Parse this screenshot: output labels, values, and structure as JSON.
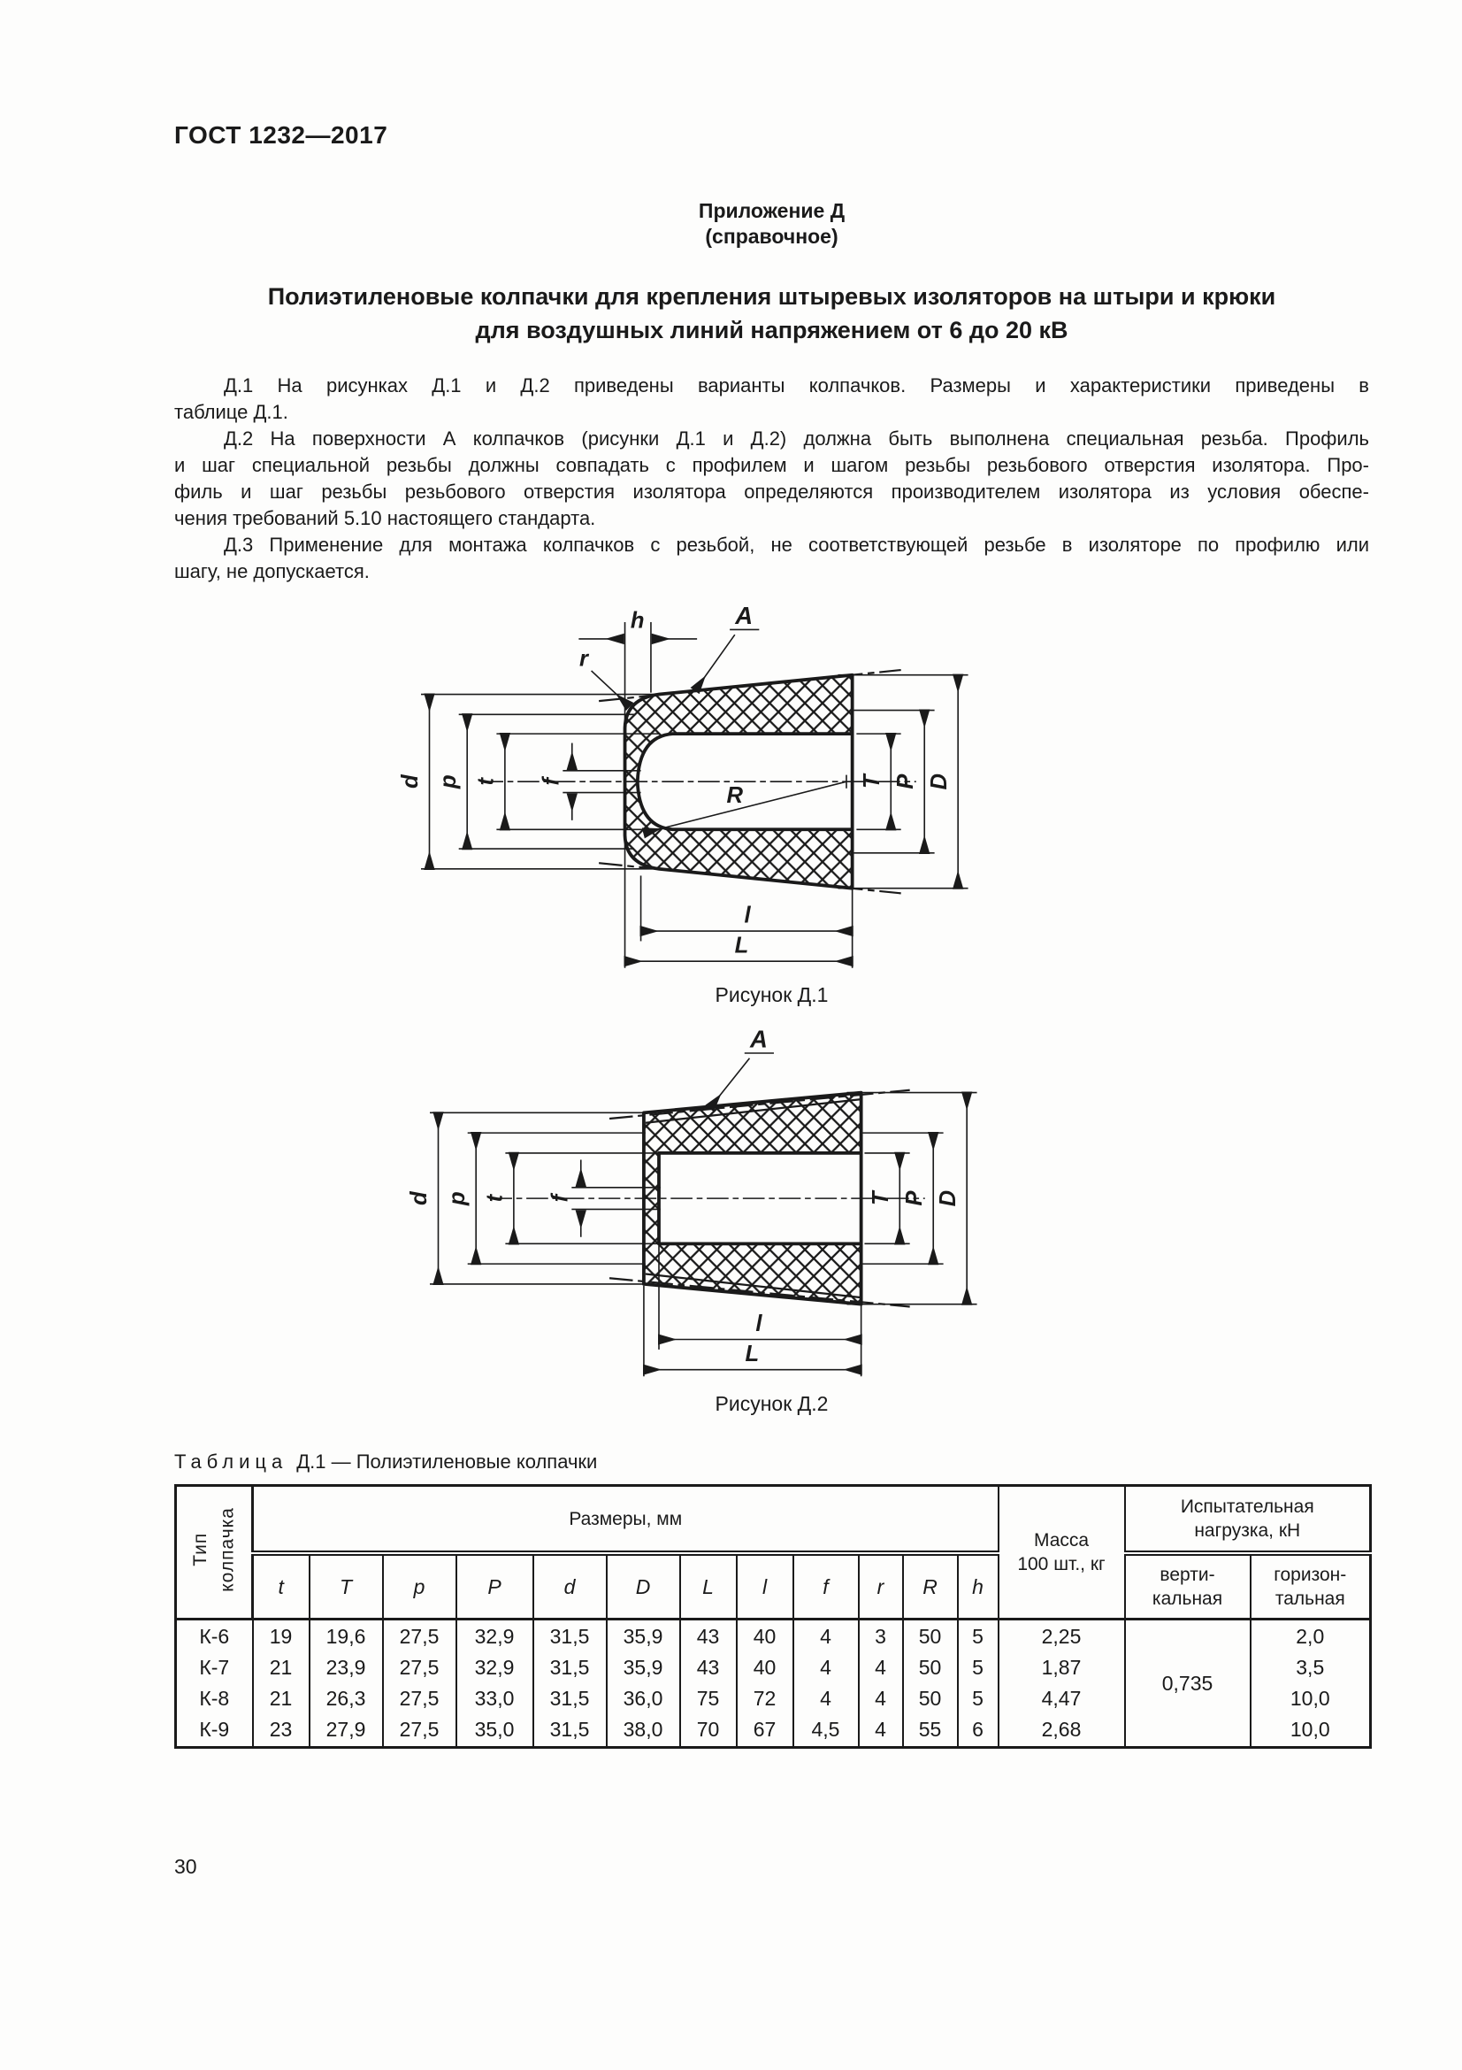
{
  "header": {
    "doc_number": "ГОСТ 1232—2017"
  },
  "footer": {
    "page_number": "30"
  },
  "appendix": {
    "label": "Приложение Д",
    "note": "(справочное)",
    "title_lines": [
      "Полиэтиленовые колпачки для крепления штыревых изоляторов на штыри и крюки",
      "для воздушных линий напряжением от 6 до 20 кВ"
    ]
  },
  "paragraphs": {
    "d1": [
      "Д.1 На рисунках Д.1 и Д.2 приведены варианты колпачков. Размеры и характеристики приведены в",
      "таблице Д.1."
    ],
    "d2": [
      "Д.2 На поверхности А колпачков (рисунки Д.1 и Д.2) должна быть выполнена специальная резьба. Профиль",
      "и шаг специальной резьбы должны совпадать с профилем и шагом резьбы резьбового отверстия изолятора. Про-",
      "филь и шаг резьбы резьбового отверстия изолятора определяются производителем изолятора из условия обеспе-",
      "чения требований 5.10 настоящего стандарта."
    ],
    "d3": [
      "Д.3 Применение для монтажа колпачков с резьбой, не соответствующей резьбе в изоляторе по профилю или",
      "шагу, не допускается."
    ]
  },
  "figures": {
    "fig1_caption": "Рисунок Д.1",
    "fig2_caption": "Рисунок Д.2",
    "dim_labels": {
      "A": "A",
      "h": "h",
      "r": "r",
      "R": "R",
      "d": "d",
      "p": "p",
      "t": "t",
      "f": "f",
      "T": "T",
      "P": "P",
      "D": "D",
      "l": "l",
      "L": "L"
    }
  },
  "table": {
    "caption_label": "Таблица",
    "caption_rest": "Д.1 — Полиэтиленовые колпачки",
    "type_header_lines": [
      "Тип",
      "колпачка"
    ],
    "sizes_header": "Размеры, мм",
    "mass_header_lines": [
      "Масса",
      "100 шт., кг"
    ],
    "load_header_lines": [
      "Испытательная",
      "нагрузка, кН"
    ],
    "vertical_header_lines": [
      "верти-",
      "кальная"
    ],
    "horizontal_header_lines": [
      "горизон-",
      "тальная"
    ],
    "dims": [
      "t",
      "T",
      "p",
      "P",
      "d",
      "D",
      "L",
      "l",
      "f",
      "r",
      "R",
      "h"
    ],
    "body": {
      "type": [
        "К-6",
        "К-7",
        "К-8",
        "К-9"
      ],
      "t": [
        "19",
        "21",
        "21",
        "23"
      ],
      "T": [
        "19,6",
        "23,9",
        "26,3",
        "27,9"
      ],
      "p": [
        "27,5",
        "27,5",
        "27,5",
        "27,5"
      ],
      "P": [
        "32,9",
        "32,9",
        "33,0",
        "35,0"
      ],
      "d": [
        "31,5",
        "31,5",
        "31,5",
        "31,5"
      ],
      "D": [
        "35,9",
        "35,9",
        "36,0",
        "38,0"
      ],
      "L": [
        "43",
        "43",
        "75",
        "70"
      ],
      "l": [
        "40",
        "40",
        "72",
        "67"
      ],
      "f": [
        "4",
        "4",
        "4",
        "4,5"
      ],
      "r": [
        "3",
        "4",
        "4",
        "4"
      ],
      "R": [
        "50",
        "50",
        "50",
        "55"
      ],
      "h": [
        "5",
        "5",
        "5",
        "6"
      ],
      "mass": [
        "2,25",
        "1,87",
        "4,47",
        "2,68"
      ],
      "vertical": "0,735",
      "horizontal": [
        "2,0",
        "3,5",
        "10,0",
        "10,0"
      ]
    }
  }
}
